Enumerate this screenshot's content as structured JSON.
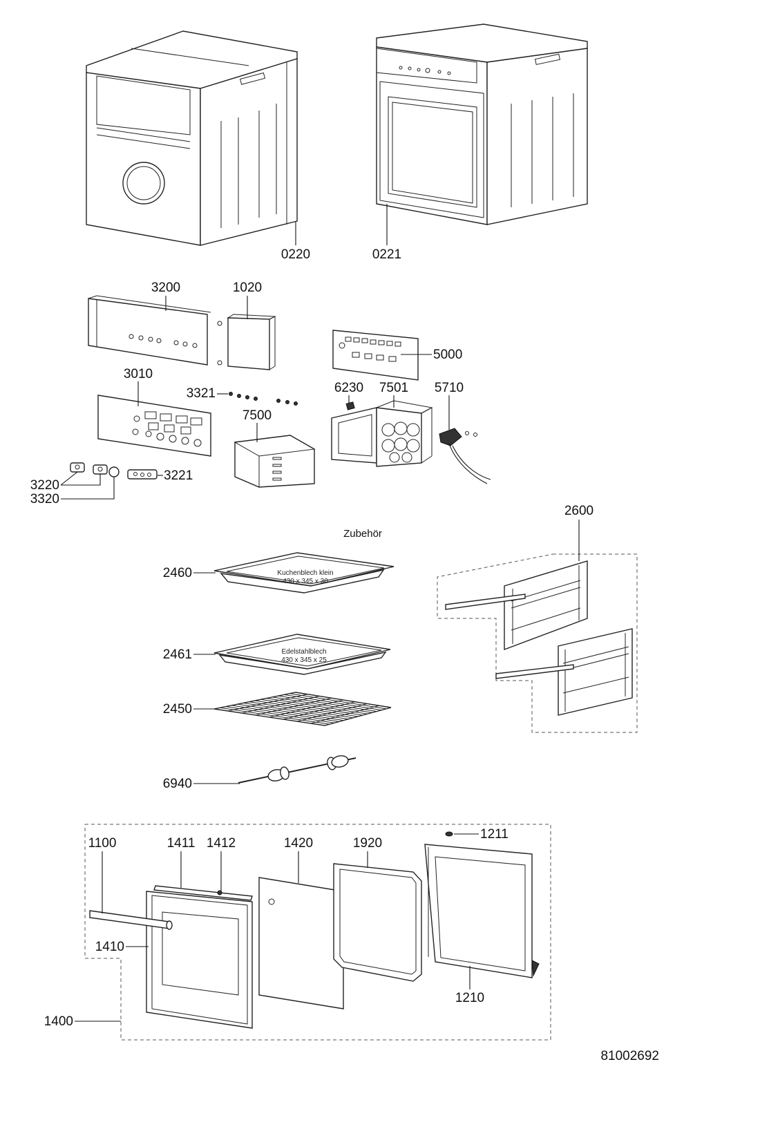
{
  "labels": {
    "p0220": "0220",
    "p0221": "0221",
    "p3200": "3200",
    "p1020": "1020",
    "p5000": "5000",
    "p3010": "3010",
    "p3321": "3321",
    "p6230": "6230",
    "p7501": "7501",
    "p5710": "5710",
    "p7500": "7500",
    "p3220": "3220",
    "p3221": "3221",
    "p3320": "3320",
    "p2600": "2600",
    "p2460": "2460",
    "p2461": "2461",
    "p2450": "2450",
    "p6940": "6940",
    "p1100": "1100",
    "p1411": "1411",
    "p1412": "1412",
    "p1420": "1420",
    "p1920": "1920",
    "p1211": "1211",
    "p1410": "1410",
    "p1210": "1210",
    "p1400": "1400"
  },
  "section_title": "Zubehör",
  "tray_small": {
    "line1": "Kuchenblech klein",
    "line2": "430 x 345 x 30"
  },
  "tray_steel": {
    "line1": "Edelstahlblech",
    "line2": "430 x 345 x 25"
  },
  "document_number": "81002692"
}
